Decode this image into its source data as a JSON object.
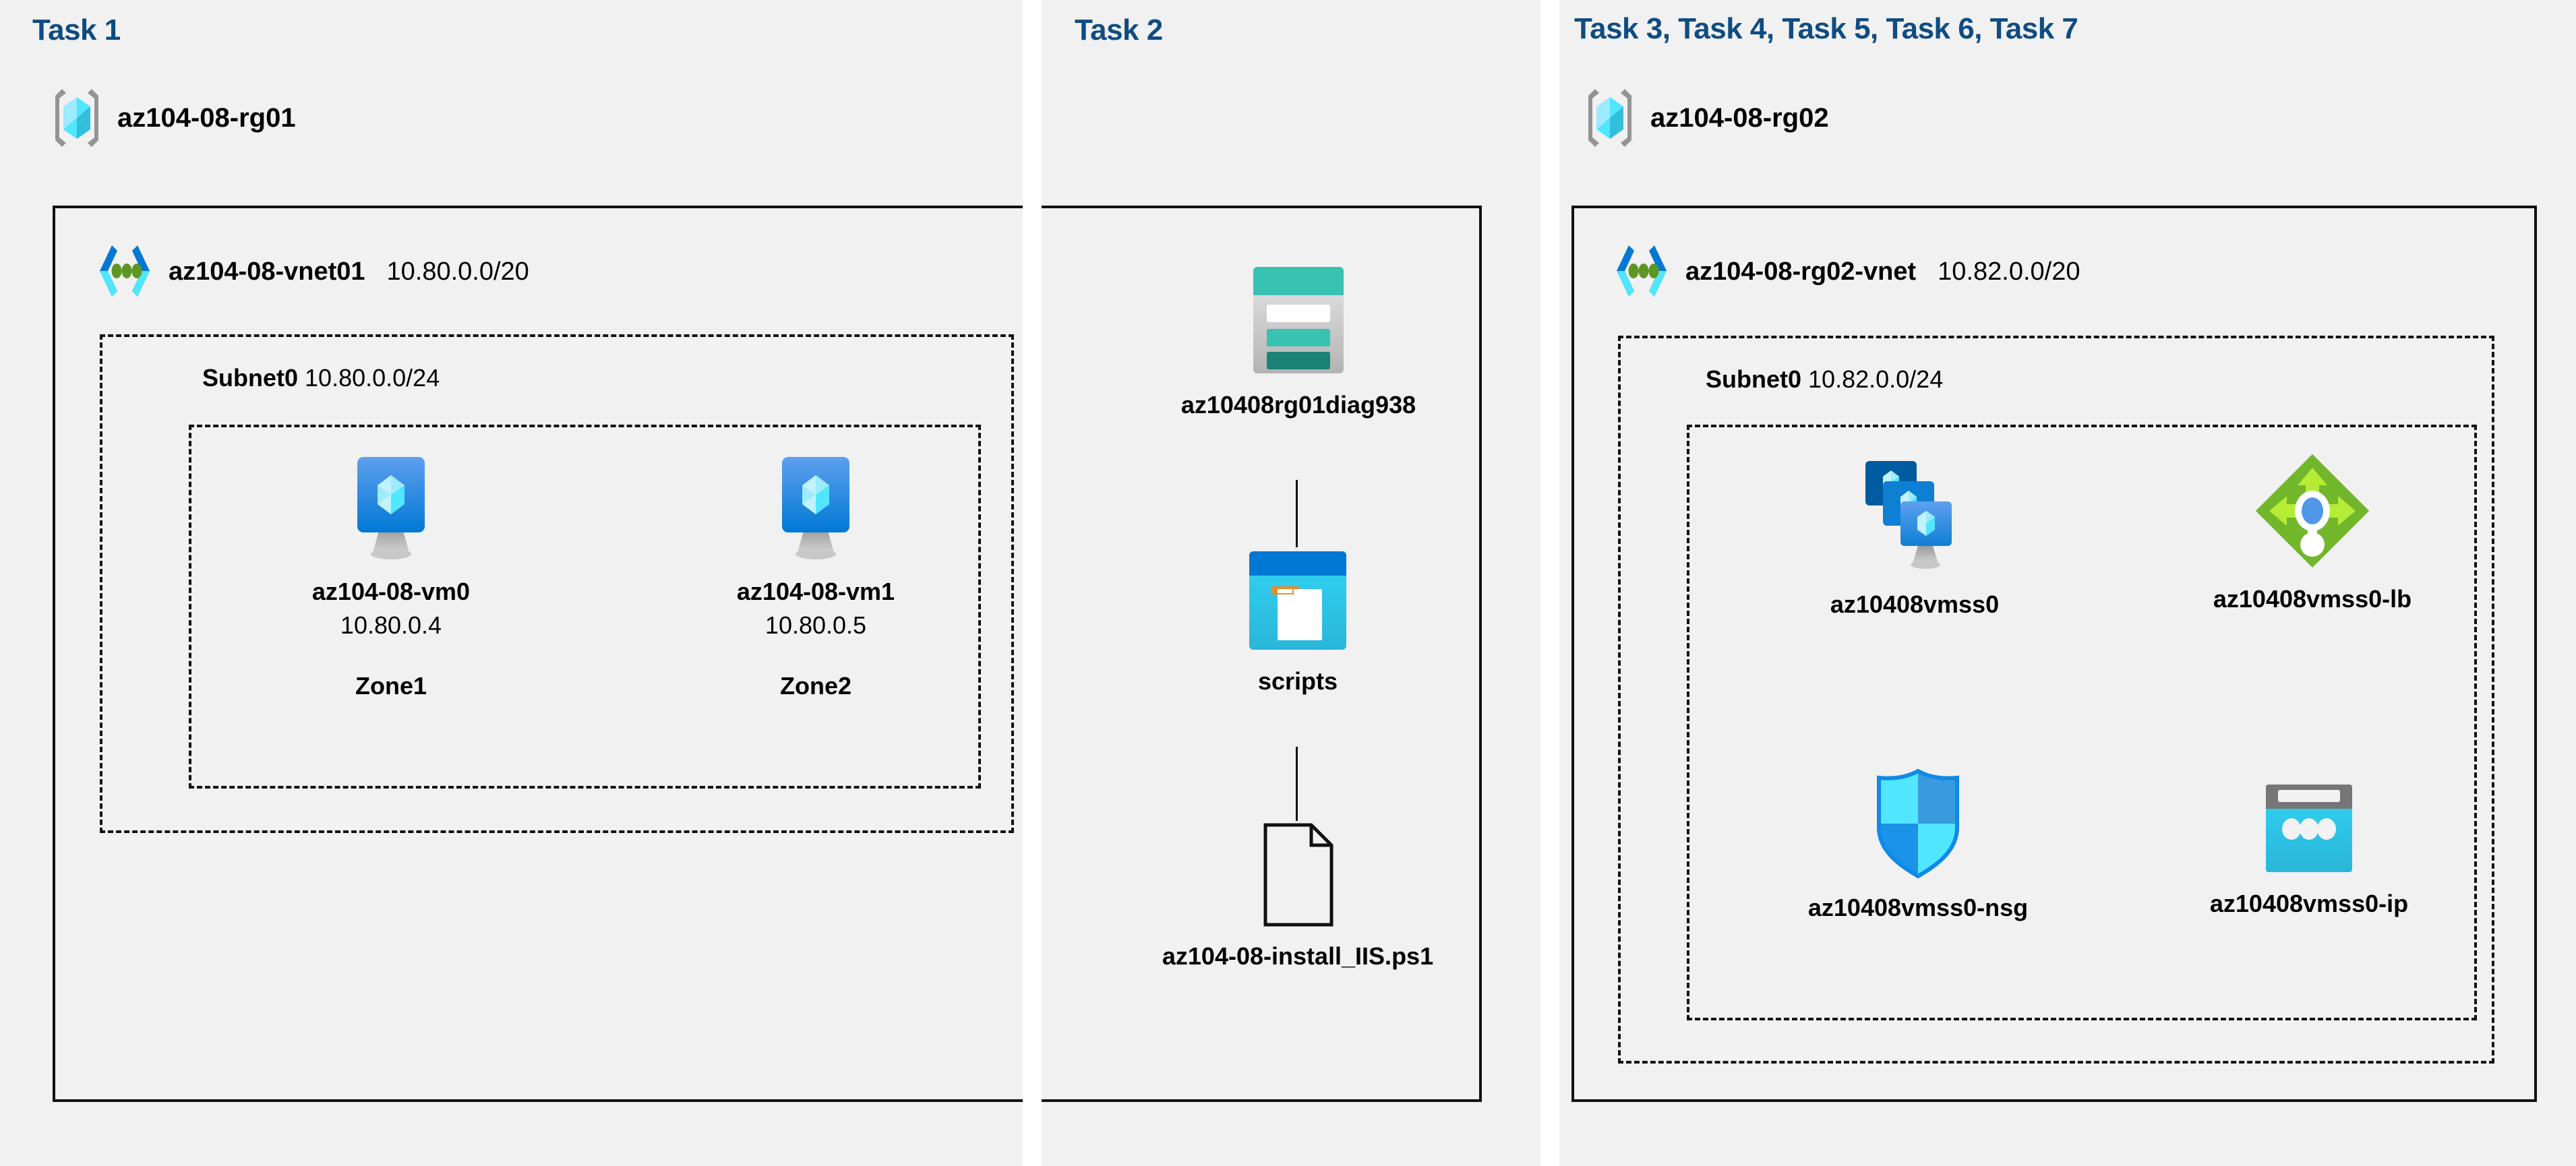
{
  "panels": [
    {
      "title": "Task 1"
    },
    {
      "title": "Task 2"
    },
    {
      "title": "Task 3, Task 4, Task 5, Task 6, Task 7"
    }
  ],
  "resource_groups": [
    {
      "icon": "resource-group-icon",
      "name": "az104-08-rg01"
    },
    {
      "icon": "resource-group-icon",
      "name": "az104-08-rg02"
    }
  ],
  "vnets": [
    {
      "icon": "virtual-network-icon",
      "name": "az104-08-vnet01",
      "cidr": "10.80.0.0/20"
    },
    {
      "icon": "virtual-network-icon",
      "name": "az104-08-rg02-vnet",
      "cidr": "10.82.0.0/20"
    }
  ],
  "subnets": [
    {
      "name": "Subnet0",
      "cidr": "10.80.0.0/24"
    },
    {
      "name": "Subnet0",
      "cidr": "10.82.0.0/24"
    }
  ],
  "nodes": {
    "vm0": {
      "icon": "virtual-machine-icon",
      "name": "az104-08-vm0",
      "ip": "10.80.0.4",
      "zone": "Zone1"
    },
    "vm1": {
      "icon": "virtual-machine-icon",
      "name": "az104-08-vm1",
      "ip": "10.80.0.5",
      "zone": "Zone2"
    },
    "storage": {
      "icon": "storage-account-icon",
      "name": "az10408rg01diag938"
    },
    "scripts": {
      "icon": "blob-container-icon",
      "name": "scripts"
    },
    "ps1": {
      "icon": "file-document-icon",
      "name": "az104-08-install_IIS.ps1"
    },
    "vmss": {
      "icon": "vm-scale-set-icon",
      "name": "az10408vmss0"
    },
    "lb": {
      "icon": "load-balancer-icon",
      "name": "az10408vmss0-lb"
    },
    "nsg": {
      "icon": "network-security-group-icon",
      "name": "az10408vmss0-nsg"
    },
    "ip": {
      "icon": "public-ip-address-icon",
      "name": "az10408vmss0-ip"
    }
  },
  "colors": {
    "panel_background": "#f1f1f1",
    "task_title": "#0f4c81",
    "border": "#111111",
    "azure_blue": "#0078d4",
    "azure_cyan": "#32bedd",
    "storage_teal": "#37c2b1",
    "lb_green": "#76bc2d",
    "nsg_blue": "#0078d4"
  }
}
